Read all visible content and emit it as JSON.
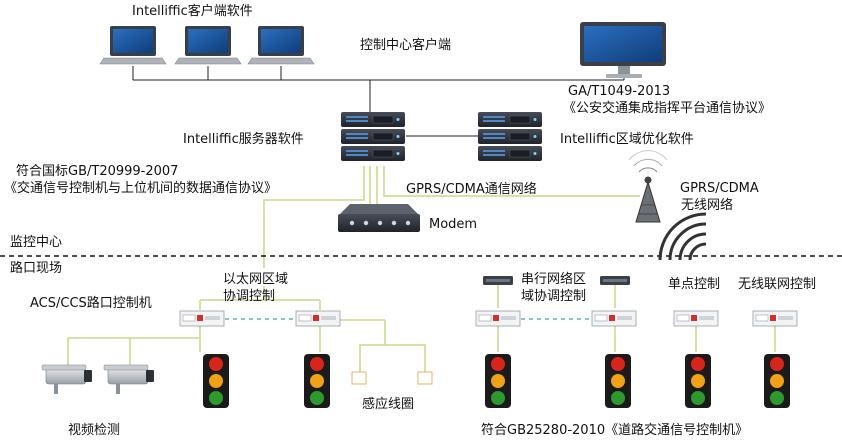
{
  "labels": {
    "client_software": "Intelliffic客户端软件",
    "control_center_client": "控制中心客户端",
    "ga_standard": "GA/T1049-2013",
    "ga_protocol": "《公安交通集成指挥平台通信协议》",
    "server_software": "Intelliffic服务器软件",
    "area_opt_software": "Intelliffic区域优化软件",
    "gb_standard": "符合国标GB/T20999-2007",
    "gb_protocol": "《交通信号控制机与上位机间的数据通信协议》",
    "gprs_network": "GPRS/CDMA通信网络",
    "gprs_wireless_1": "GPRS/CDMA",
    "gprs_wireless_2": "无线网络",
    "modem": "Modem",
    "monitor_center": "监控中心",
    "road_site": "路口现场",
    "ethernet_1": "以太网区域",
    "ethernet_2": "协调控制",
    "serial_1": "串行网络区",
    "serial_2": "域协调控制",
    "single_point": "单点控制",
    "wireless_control": "无线联网控制",
    "acs_controller": "ACS/CCS路口控制机",
    "video_detection": "视频检测",
    "induction_loop": "感应线圈",
    "gb25280": "符合GB25280-2010《道路交通信号控制机》"
  },
  "colors": {
    "link_line": "#c6dc8a",
    "dash_line": "#4aa0a0",
    "laptop_screen": "#1d5aa8",
    "server_dark": "#2b2f36",
    "server_accent": "#4f86c6",
    "light_red": "#d9241b",
    "light_amber": "#f0a214",
    "light_green": "#2c9a2c"
  }
}
